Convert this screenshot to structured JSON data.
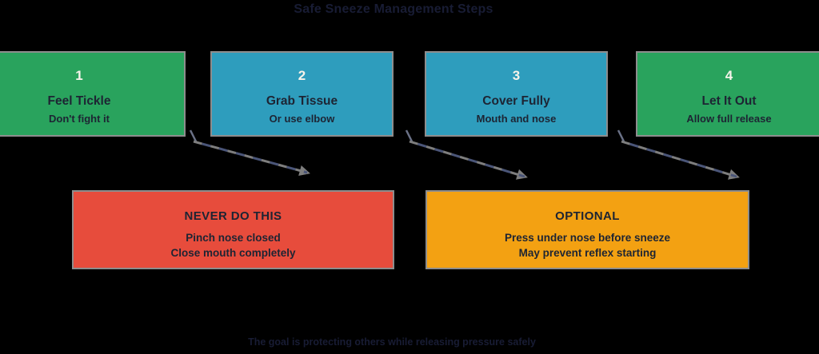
{
  "title": "Safe Sneeze Management Steps",
  "caption": "The goal is protecting others while releasing pressure safely",
  "steps": [
    {
      "number": "1",
      "title": "Feel Tickle",
      "subtitle": "Don't fight it",
      "color": "#29a35d"
    },
    {
      "number": "2",
      "title": "Grab Tissue",
      "subtitle": "Or use elbow",
      "color": "#2e9dbd"
    },
    {
      "number": "3",
      "title": "Cover Fully",
      "subtitle": "Mouth and nose",
      "color": "#2e9dbd"
    },
    {
      "number": "4",
      "title": "Let It Out",
      "subtitle": "Allow full release",
      "color": "#29a35d"
    }
  ],
  "callouts": [
    {
      "heading": "NEVER DO THIS",
      "lines": [
        "Pinch nose closed",
        "Close mouth completely"
      ],
      "color": "#e74c3c"
    },
    {
      "heading": "OPTIONAL",
      "lines": [
        "Press under nose before sneeze",
        "May prevent reflex starting"
      ],
      "color": "#f3a112"
    }
  ],
  "connectors": [
    {
      "from": "step-1",
      "to": "callout-never"
    },
    {
      "from": "step-2",
      "to": "callout-optional"
    },
    {
      "from": "step-3",
      "to": "callout-optional"
    }
  ],
  "colors": {
    "background": "#000000",
    "green": "#29a35d",
    "teal": "#2e9dbd",
    "red": "#e74c3c",
    "orange": "#f3a112",
    "border_gray": "#8d8d8d",
    "connector_gray": "#7e7e7e",
    "connector_navy": "#4a5578",
    "dark_text": "#1d2433",
    "number_text": "#f6f3ea",
    "faint_text": "#181c34"
  }
}
